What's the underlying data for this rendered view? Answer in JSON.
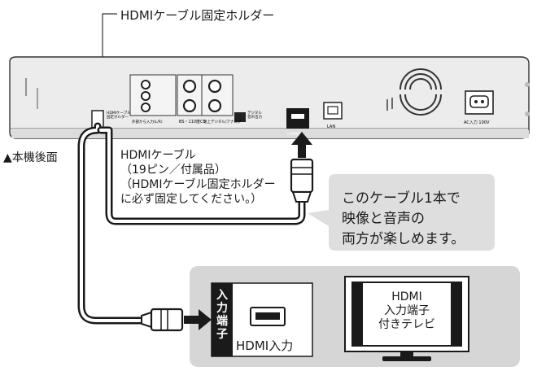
{
  "holder_callout": "HDMIケーブル固定ホルダー",
  "rear_label": "▲本機後面",
  "cable_description": [
    "HDMIケーブル",
    "（19ピン／付属品）",
    "（HDMIケーブル固定ホルダー",
    "に必ず固定してください。）"
  ],
  "bubble_text": [
    "このケーブル1本で",
    "映像と音声の",
    "両方が楽しめます。"
  ],
  "panel_labels": {
    "holder_small": "HDMIケーブル\n固定ホルダー",
    "audio_out": "外部から入力(L/R)",
    "bs_cs": "BS・110度CS",
    "terrestrial": "地上デジタル/アナログ",
    "optical": "デジタル\n音声出力",
    "hdmi_out": "HDMI出力",
    "lan": "LAN",
    "ac": "AC入力 100V"
  },
  "input_terminal": {
    "vertical_label": [
      "入",
      "力",
      "端",
      "子"
    ],
    "hdmi_input": "HDMI入力"
  },
  "tv": {
    "lines": [
      "HDMI",
      "入力端子",
      "付きテレビ"
    ]
  },
  "colors": {
    "device_body": "#ececec",
    "panel_bg": "#d6d6d6",
    "bubble_bg": "#dedede",
    "dark": "#1a1a1a",
    "outline": "#333333"
  }
}
